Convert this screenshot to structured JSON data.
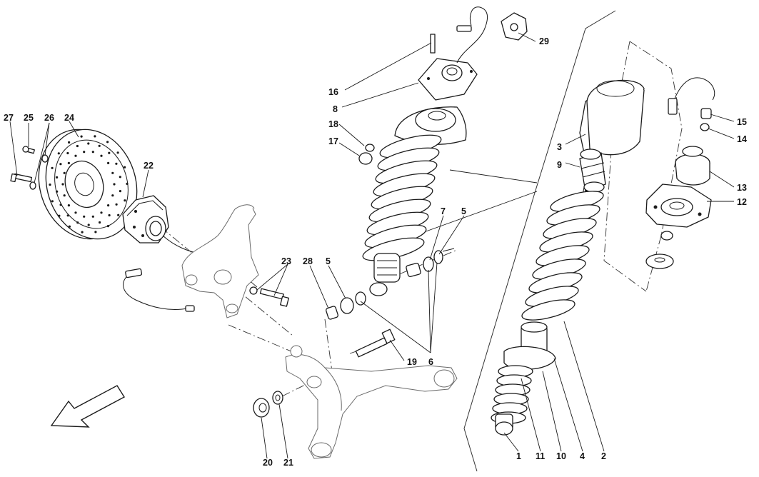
{
  "callouts": [
    {
      "id": "c27",
      "text": "27"
    },
    {
      "id": "c25",
      "text": "25"
    },
    {
      "id": "c26",
      "text": "26"
    },
    {
      "id": "c24",
      "text": "24"
    },
    {
      "id": "c22",
      "text": "22"
    },
    {
      "id": "c16",
      "text": "16"
    },
    {
      "id": "c8",
      "text": "8"
    },
    {
      "id": "c18",
      "text": "18"
    },
    {
      "id": "c17",
      "text": "17"
    },
    {
      "id": "c29",
      "text": "29"
    },
    {
      "id": "c3",
      "text": "3"
    },
    {
      "id": "c9",
      "text": "9"
    },
    {
      "id": "c15",
      "text": "15"
    },
    {
      "id": "c14",
      "text": "14"
    },
    {
      "id": "c13",
      "text": "13"
    },
    {
      "id": "c12",
      "text": "12"
    },
    {
      "id": "c7",
      "text": "7"
    },
    {
      "id": "c5a",
      "text": "5"
    },
    {
      "id": "c5b",
      "text": "5"
    },
    {
      "id": "c28",
      "text": "28"
    },
    {
      "id": "c23",
      "text": "23"
    },
    {
      "id": "c19",
      "text": "19"
    },
    {
      "id": "c6",
      "text": "6"
    },
    {
      "id": "c20",
      "text": "20"
    },
    {
      "id": "c21",
      "text": "21"
    },
    {
      "id": "c1",
      "text": "1"
    },
    {
      "id": "c11",
      "text": "11"
    },
    {
      "id": "c10",
      "text": "10"
    },
    {
      "id": "c4",
      "text": "4"
    },
    {
      "id": "c2",
      "text": "2"
    }
  ],
  "colors": {
    "line": "#1a1a1a",
    "fill": "#ffffff",
    "background": "#ffffff"
  },
  "icons": {
    "direction_arrow": "front-direction-arrow-icon"
  }
}
